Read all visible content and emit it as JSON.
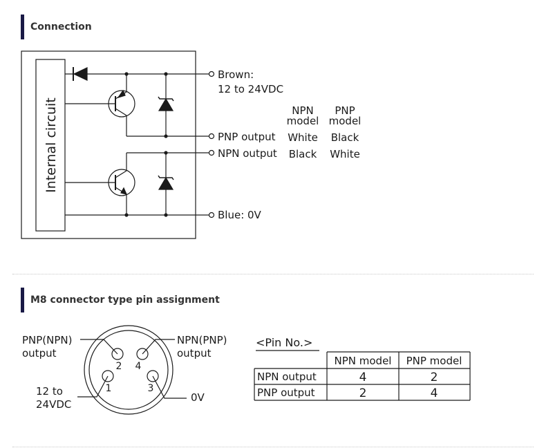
{
  "sections": {
    "connection_title": "Connection",
    "pin_title": "M8 connector type pin assignment"
  },
  "circuit": {
    "internal_label": "Internal circuit",
    "brown_label": "Brown:",
    "brown_voltage": "12 to 24VDC",
    "pnp_output": "PNP output",
    "npn_output": "NPN output",
    "blue_label": "Blue: 0V",
    "npn_model_line1": "NPN",
    "npn_model_line2": "model",
    "pnp_model_line1": "PNP",
    "pnp_model_line2": "model",
    "pnp_out_npn_model": "White",
    "pnp_out_pnp_model": "Black",
    "npn_out_npn_model": "Black",
    "npn_out_pnp_model": "White"
  },
  "connector": {
    "left_top_line1": "PNP(NPN)",
    "left_top_line2": "output",
    "right_top_line1": "NPN(PNP)",
    "right_top_line2": "output",
    "left_bottom_line1": "12 to",
    "left_bottom_line2": "24VDC",
    "right_bottom": "0V",
    "pin1": "1",
    "pin2": "2",
    "pin3": "3",
    "pin4": "4"
  },
  "pin_table": {
    "title": "<Pin No.>",
    "headers": [
      "",
      "NPN model",
      "PNP model"
    ],
    "rows": [
      [
        "NPN output",
        "4",
        "2"
      ],
      [
        "PNP output",
        "2",
        "4"
      ]
    ]
  }
}
